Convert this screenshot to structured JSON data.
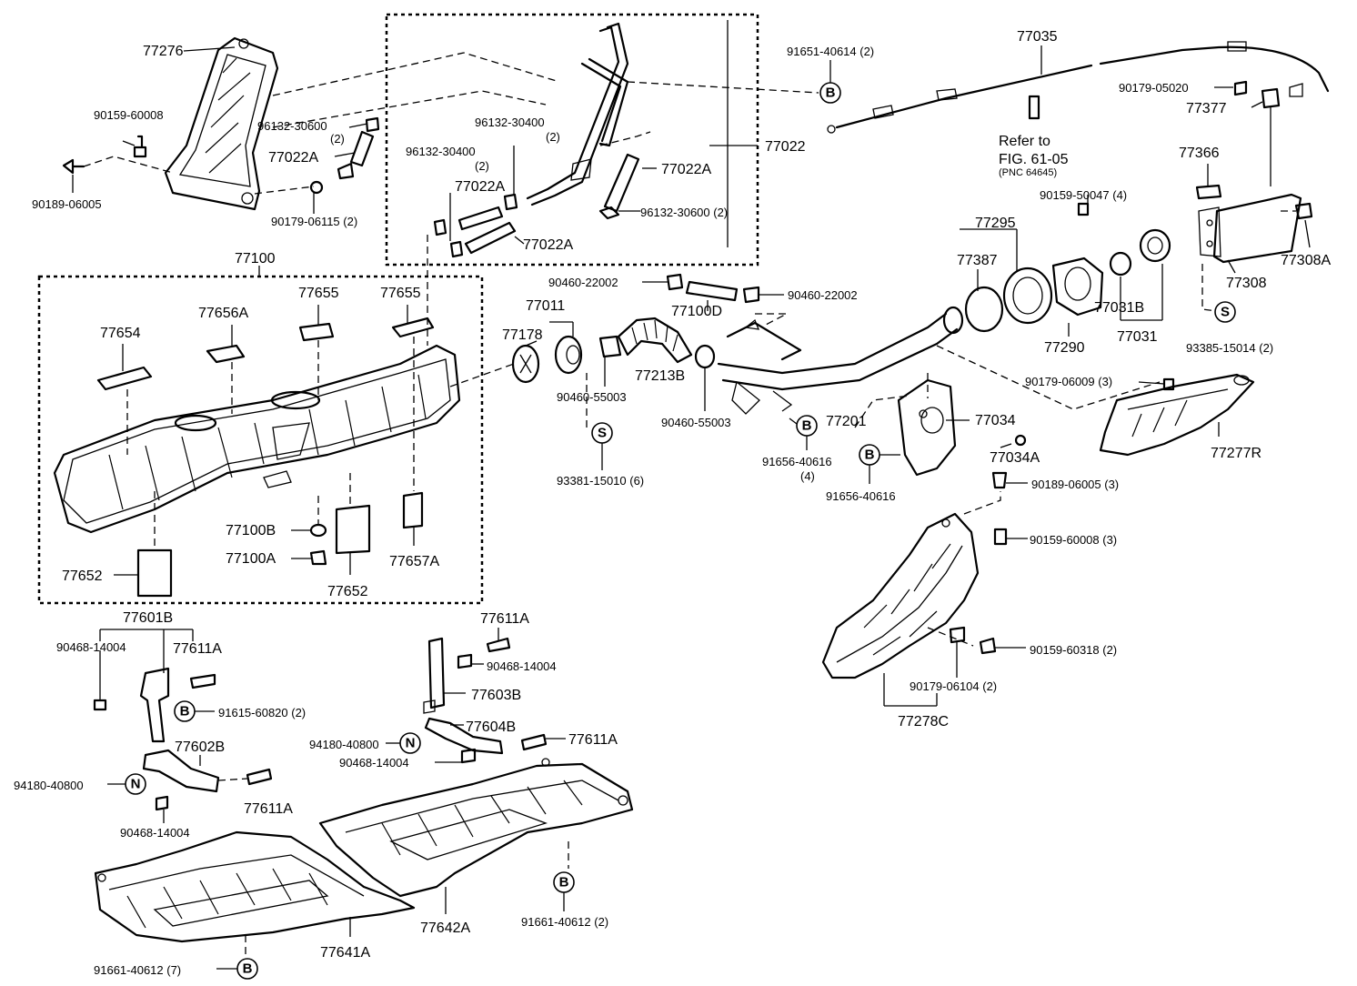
{
  "labels": {
    "l77276": "77276",
    "l90159_60008_a": "90159-60008",
    "l90189_06005_a": "90189-06005",
    "l96132_30600_a": "96132-30600",
    "l96132_30600_a_q": "(2)",
    "l77022A_a": "77022A",
    "l90179_06115": "90179-06115 (2)",
    "l96132_30400_a": "96132-30400",
    "l96132_30400_a_q": "(2)",
    "l96132_30400_b": "96132-30400",
    "l96132_30400_b_q": "(2)",
    "l77022A_b": "77022A",
    "l77022A_c": "77022A",
    "l77022A_d": "77022A",
    "l96132_30600_b": "96132-30600 (2)",
    "l77022": "77022",
    "l91651_40614": "91651-40614 (2)",
    "l77035": "77035",
    "l90179_05020": "90179-05020",
    "l77377": "77377",
    "refer_to": "Refer to",
    "fig_ref": "FIG. 61-05",
    "pnc_ref": "(PNC 64645)",
    "l77366": "77366",
    "l90159_50047": "90159-50047 (4)",
    "l77295": "77295",
    "l77387": "77387",
    "l77308": "77308",
    "l77308A": "77308A",
    "l77031B": "77031B",
    "l77031": "77031",
    "l77290": "77290",
    "l93385_15014": "93385-15014 (2)",
    "l77100": "77100",
    "l77654": "77654",
    "l77656A": "77656A",
    "l77655_a": "77655",
    "l77655_b": "77655",
    "l77100B": "77100B",
    "l77100A": "77100A",
    "l77652_a": "77652",
    "l77652_b": "77652",
    "l77657A": "77657A",
    "l90460_22002_a": "90460-22002",
    "l90460_22002_b": "90460-22002",
    "l77100D": "77100D",
    "l77011": "77011",
    "l77178": "77178",
    "l77213B": "77213B",
    "l90460_55003_a": "90460-55003",
    "l90460_55003_b": "90460-55003",
    "l93381_15010": "93381-15010 (6)",
    "l77201": "77201",
    "l91656_40616_a": "91656-40616",
    "l91656_40616_a_q": "(4)",
    "l91656_40616_b": "91656-40616",
    "l77034": "77034",
    "l77034A": "77034A",
    "l90179_06009": "90179-06009 (3)",
    "l77277R": "77277R",
    "l90189_06005_b": "90189-06005 (3)",
    "l90159_60008_b": "90159-60008 (3)",
    "l90159_60318": "90159-60318 (2)",
    "l90179_06104": "90179-06104 (2)",
    "l77278C": "77278C",
    "l77601B": "77601B",
    "l90468_14004_a": "90468-14004",
    "l77611A_a": "77611A",
    "l91615_60820": "91615-60820 (2)",
    "l77602B": "77602B",
    "l94180_40800_a": "94180-40800",
    "l77611A_b": "77611A",
    "l90468_14004_b": "90468-14004",
    "l77611A_c": "77611A",
    "l90468_14004_c": "90468-14004",
    "l77603B": "77603B",
    "l94180_40800_b": "94180-40800",
    "l77604B": "77604B",
    "l77611A_d": "77611A",
    "l90468_14004_d": "90468-14004",
    "l91661_40612_a": "91661-40612 (2)",
    "l77642A": "77642A",
    "l77641A": "77641A",
    "l91661_40612_b": "91661-40612 (7)"
  },
  "symbols": {
    "bolt": "B",
    "seal": "S",
    "nut": "N"
  }
}
